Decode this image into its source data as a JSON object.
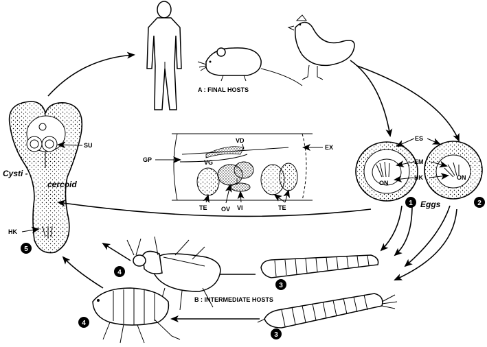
{
  "final_hosts_label": "A : FINAL HOSTS",
  "intermediate_hosts_label": "B : INTERMEDIATE HOSTS",
  "eggs_label": "Eggs",
  "cysticercoid_label_1": "Cysti -",
  "cysticercoid_label_2": "cercoid",
  "labels": {
    "su": "SU",
    "hk": "HK",
    "es": "ES",
    "em": "EM",
    "on": "ON",
    "gp": "GP",
    "vd": "VD",
    "vg": "VG",
    "ex": "EX",
    "te": "TE",
    "ov": "OV",
    "vi": "VI"
  },
  "stage_numbers": {
    "n1": "1",
    "n2": "2",
    "n3": "3",
    "n4": "4",
    "n5": "5"
  }
}
